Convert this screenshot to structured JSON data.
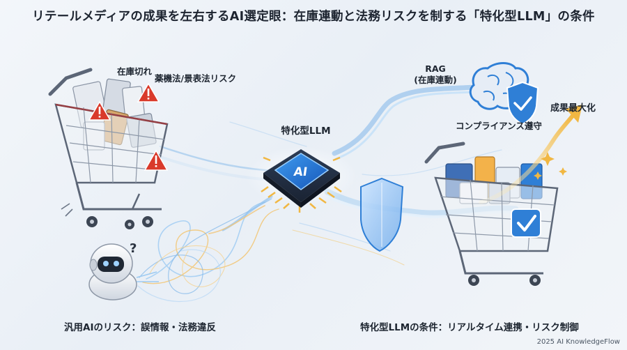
{
  "title": "リテールメディアの成果を左右するAI選定眼：在庫連動と法務リスクを制する「特化型LLM」の条件",
  "left": {
    "label_stockout": "在庫切れ",
    "label_legal": "薬機法/景表法リスク",
    "question_mark": "?",
    "caption": "汎用AIのリスク：誤情報・法務違反"
  },
  "center": {
    "chip_label": "特化型LLM",
    "chip_text": "AI"
  },
  "right": {
    "rag_label": "RAG\n(在庫連動)",
    "compliance_label": "コンプライアンス遵守",
    "result_label": "成果最大化",
    "caption": "特化型LLMの条件：リアルタイム連携・リスク制御"
  },
  "footer": "2025 AI KnowledgeFlow",
  "colors": {
    "blue_accent": "#2f7fd6",
    "warning_red": "#d93a2b",
    "gold": "#f1b742",
    "flow_blue": "#8fc0ee"
  }
}
